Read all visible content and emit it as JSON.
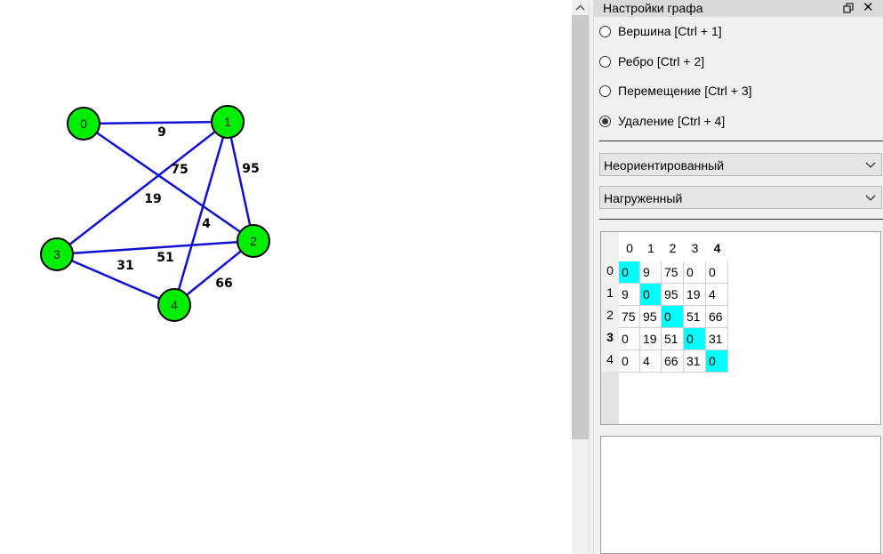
{
  "panel": {
    "title": "Настройки графа",
    "modes": [
      {
        "label": "Вершина [Ctrl + 1]",
        "selected": false
      },
      {
        "label": "Ребро [Ctrl + 2]",
        "selected": false
      },
      {
        "label": "Перемещение [Ctrl + 3]",
        "selected": false
      },
      {
        "label": "Удаление [Ctrl + 4]",
        "selected": true
      }
    ],
    "orientation_select": "Неориентированный",
    "weight_select": "Нагруженный"
  },
  "graph": {
    "node_color": "#00ee00",
    "edge_color": "#1010d0",
    "nodes": [
      "0",
      "1",
      "2",
      "3",
      "4"
    ],
    "edges": [
      {
        "from": 0,
        "to": 1,
        "weight": "9"
      },
      {
        "from": 0,
        "to": 2,
        "weight": "75"
      },
      {
        "from": 1,
        "to": 2,
        "weight": "95"
      },
      {
        "from": 1,
        "to": 3,
        "weight": "19"
      },
      {
        "from": 1,
        "to": 4,
        "weight": "4"
      },
      {
        "from": 2,
        "to": 3,
        "weight": "51"
      },
      {
        "from": 3,
        "to": 4,
        "weight": "31"
      },
      {
        "from": 2,
        "to": 4,
        "weight": "66"
      }
    ]
  },
  "matrix": {
    "col_headers": [
      "0",
      "1",
      "2",
      "3",
      "4"
    ],
    "row_headers": [
      "0",
      "1",
      "2",
      "3",
      "4"
    ],
    "bold_col": 4,
    "bold_row": 3,
    "diagonal_color": "#00ffff",
    "rows": [
      [
        "0",
        "9",
        "75",
        "0",
        "0"
      ],
      [
        "9",
        "0",
        "95",
        "19",
        "4"
      ],
      [
        "75",
        "95",
        "0",
        "51",
        "66"
      ],
      [
        "0",
        "19",
        "51",
        "0",
        "31"
      ],
      [
        "0",
        "4",
        "66",
        "31",
        "0"
      ]
    ]
  }
}
